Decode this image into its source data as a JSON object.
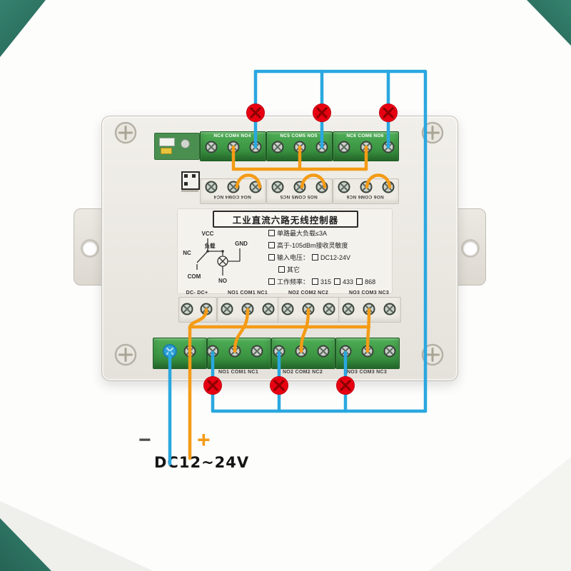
{
  "device": {
    "top_strip_groups": [
      "NC4 COM4 NO4",
      "NC5 COM5 NO5",
      "NC6 COM6 NO6"
    ],
    "inner_top_groups": [
      "NO4 COM4 NC4",
      "NO5 COM5 NC5",
      "NO6 COM6 NC6"
    ],
    "label_panel": {
      "title": "工业直流六路无线控制器",
      "schematic": {
        "vcc": "VCC",
        "gnd": "GND",
        "nc": "NC",
        "com": "COM",
        "no": "NO",
        "load": "负载"
      },
      "spec_lines": [
        "单路最大负载≤3A",
        "高于-105dBm接收灵敏度"
      ],
      "input_voltage_label": "输入电压：",
      "input_voltage_options": [
        "DC12-24V",
        "其它"
      ],
      "frequency_label": "工作频率：",
      "frequency_options": [
        "315",
        "433",
        "868"
      ]
    },
    "lower_row": {
      "dc_label": "DC- DC+",
      "groups": [
        "NO1 COM1 NC1",
        "NO2 COM2 NC2",
        "NO3 COM3 NC3"
      ]
    },
    "bottom_strip_groups": [
      "NO1 COM1 NC1",
      "NO2 COM2 NC2",
      "NO3 COM3 NC3"
    ]
  },
  "power": {
    "negative": "−",
    "positive": "+",
    "voltage": "DC12~24V"
  },
  "wiring": {
    "hot_wire_color": "#f49b16",
    "load_wire_color": "#2aa7e0",
    "load_symbol_color": "#e80012",
    "load_count": 6
  }
}
